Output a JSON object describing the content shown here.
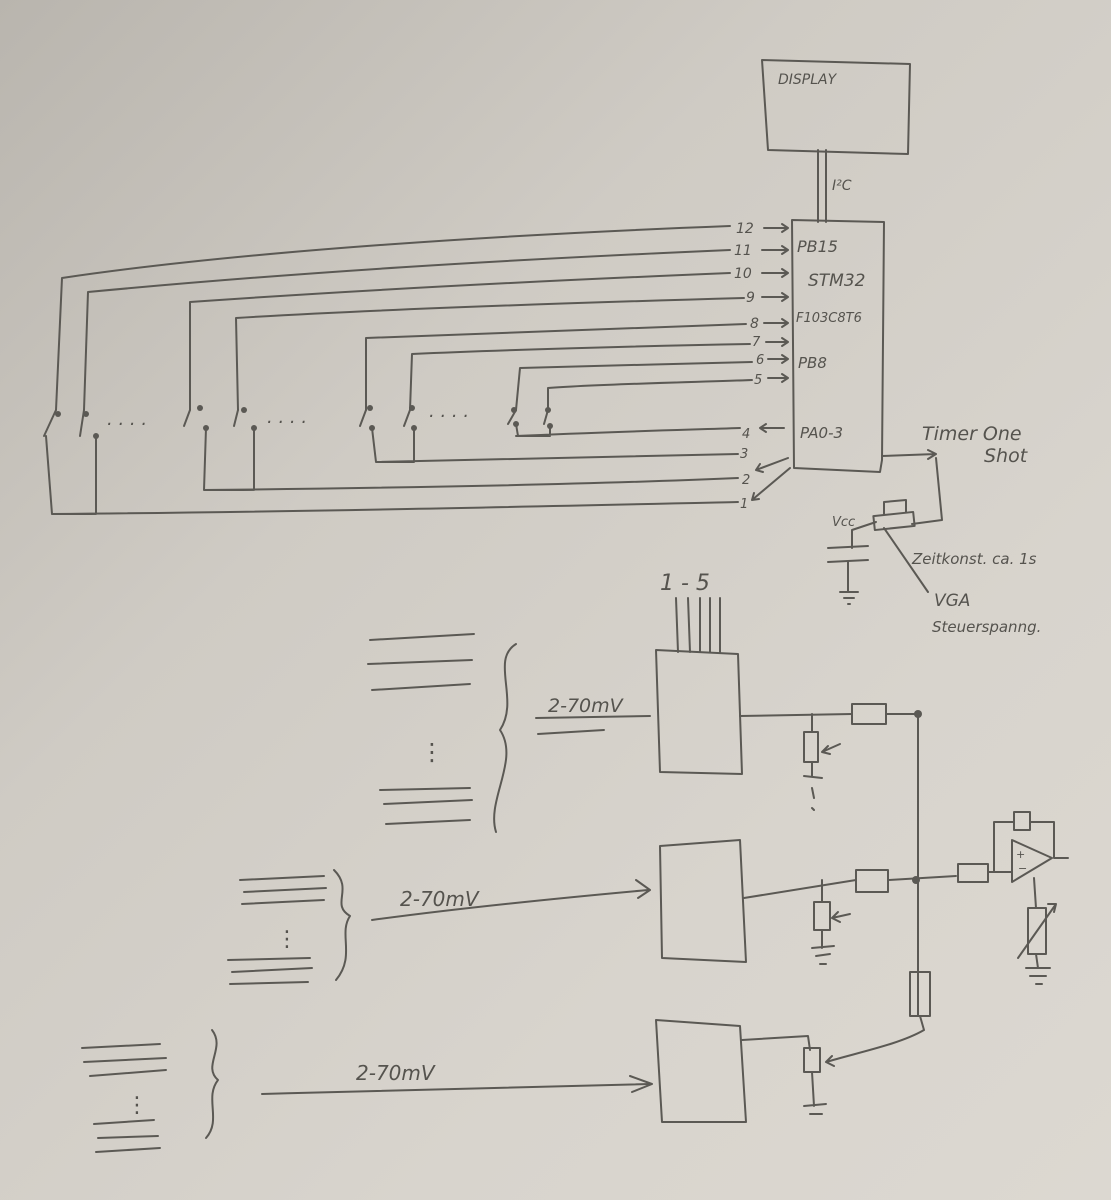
{
  "colors": {
    "paper": "#d3cfc8",
    "ink": "#5b5954"
  },
  "mcu": {
    "display": "DISPLAY",
    "bus": "I²C",
    "lines": [
      "PB15",
      "STM32",
      "F103C8T6",
      "PB8",
      "PA0-3"
    ],
    "timer": [
      "Timer One",
      "Shot"
    ],
    "pins_top": [
      "12",
      "11",
      "10",
      "9",
      "8",
      "7",
      "6",
      "5"
    ],
    "pins_bottom": [
      "4",
      "3",
      "2",
      "1"
    ],
    "vcc": "Vcc",
    "timing_note": "Zeitkonst. ca. 1s",
    "vga_note": [
      "VGA",
      "Steuerspanng."
    ]
  },
  "mixer": {
    "top_label": "1 - 5",
    "signal_labels": [
      "2-70mV",
      "2-70mV",
      "2-70mV"
    ],
    "dots": [
      "⋮",
      "⋮",
      "⋮"
    ]
  }
}
